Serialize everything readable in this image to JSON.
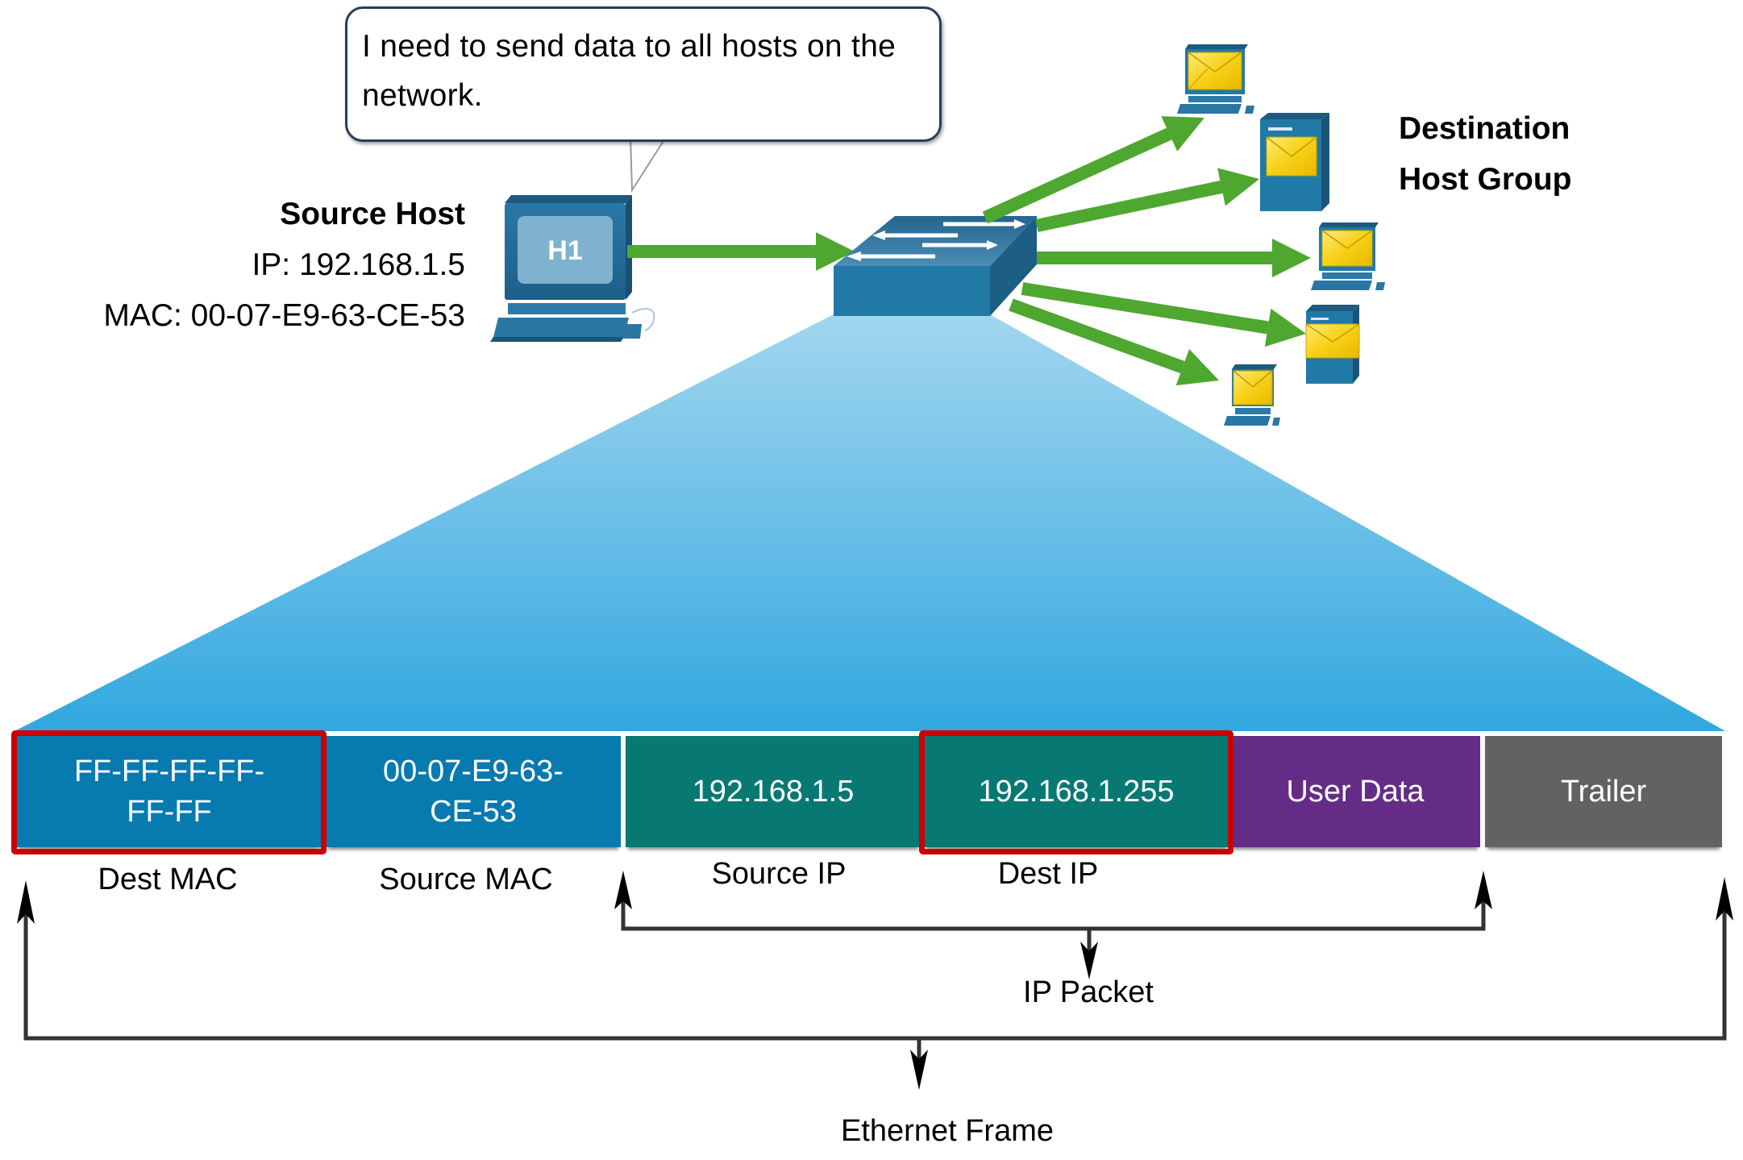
{
  "speech_bubble": {
    "text": "I need to send data to all hosts on the network."
  },
  "source_host": {
    "title": "Source Host",
    "ip_line": "IP: 192.168.1.5",
    "mac_line": "MAC: 00-07-E9-63-CE-53",
    "screen_label": "H1"
  },
  "destination_group": {
    "title_line1": "Destination",
    "title_line2": "Host Group",
    "hosts": [
      {
        "type": "pc",
        "icon": "envelope-icon"
      },
      {
        "type": "server",
        "icon": "envelope-icon"
      },
      {
        "type": "pc",
        "icon": "envelope-icon"
      },
      {
        "type": "server",
        "icon": "envelope-icon"
      },
      {
        "type": "pc",
        "icon": "envelope-icon"
      }
    ]
  },
  "switch": {
    "icon": "switch-icon"
  },
  "frame": {
    "fields": [
      {
        "id": "dest-mac",
        "value_line1": "FF-FF-FF-FF-",
        "value_line2": "FF-FF",
        "label": "Dest MAC",
        "color": "#077ab0",
        "highlighted": true
      },
      {
        "id": "source-mac",
        "value_line1": "00-07-E9-63-",
        "value_line2": "CE-53",
        "label": "Source MAC",
        "color": "#077ab0",
        "highlighted": false
      },
      {
        "id": "source-ip",
        "value_line1": "192.168.1.5",
        "value_line2": "",
        "label": "Source IP",
        "color": "#087873",
        "highlighted": false
      },
      {
        "id": "dest-ip",
        "value_line1": "192.168.1.255",
        "value_line2": "",
        "label": "Dest IP",
        "color": "#087873",
        "highlighted": true
      },
      {
        "id": "user-data",
        "value_line1": "User Data",
        "value_line2": "",
        "label": "",
        "color": "#652c87",
        "highlighted": false
      },
      {
        "id": "trailer",
        "value_line1": "Trailer",
        "value_line2": "",
        "label": "",
        "color": "#646162",
        "highlighted": false
      }
    ],
    "highlight_color": "#cc0000"
  },
  "brackets": {
    "ip_packet_label": "IP Packet",
    "ethernet_frame_label": "Ethernet Frame"
  },
  "colors": {
    "arrow_green": "#4ea72e",
    "device_blue": "#21709e",
    "fan_top": "#a2d6ef",
    "fan_bottom": "#31a8df",
    "envelope_yellow": "#f7d117"
  }
}
